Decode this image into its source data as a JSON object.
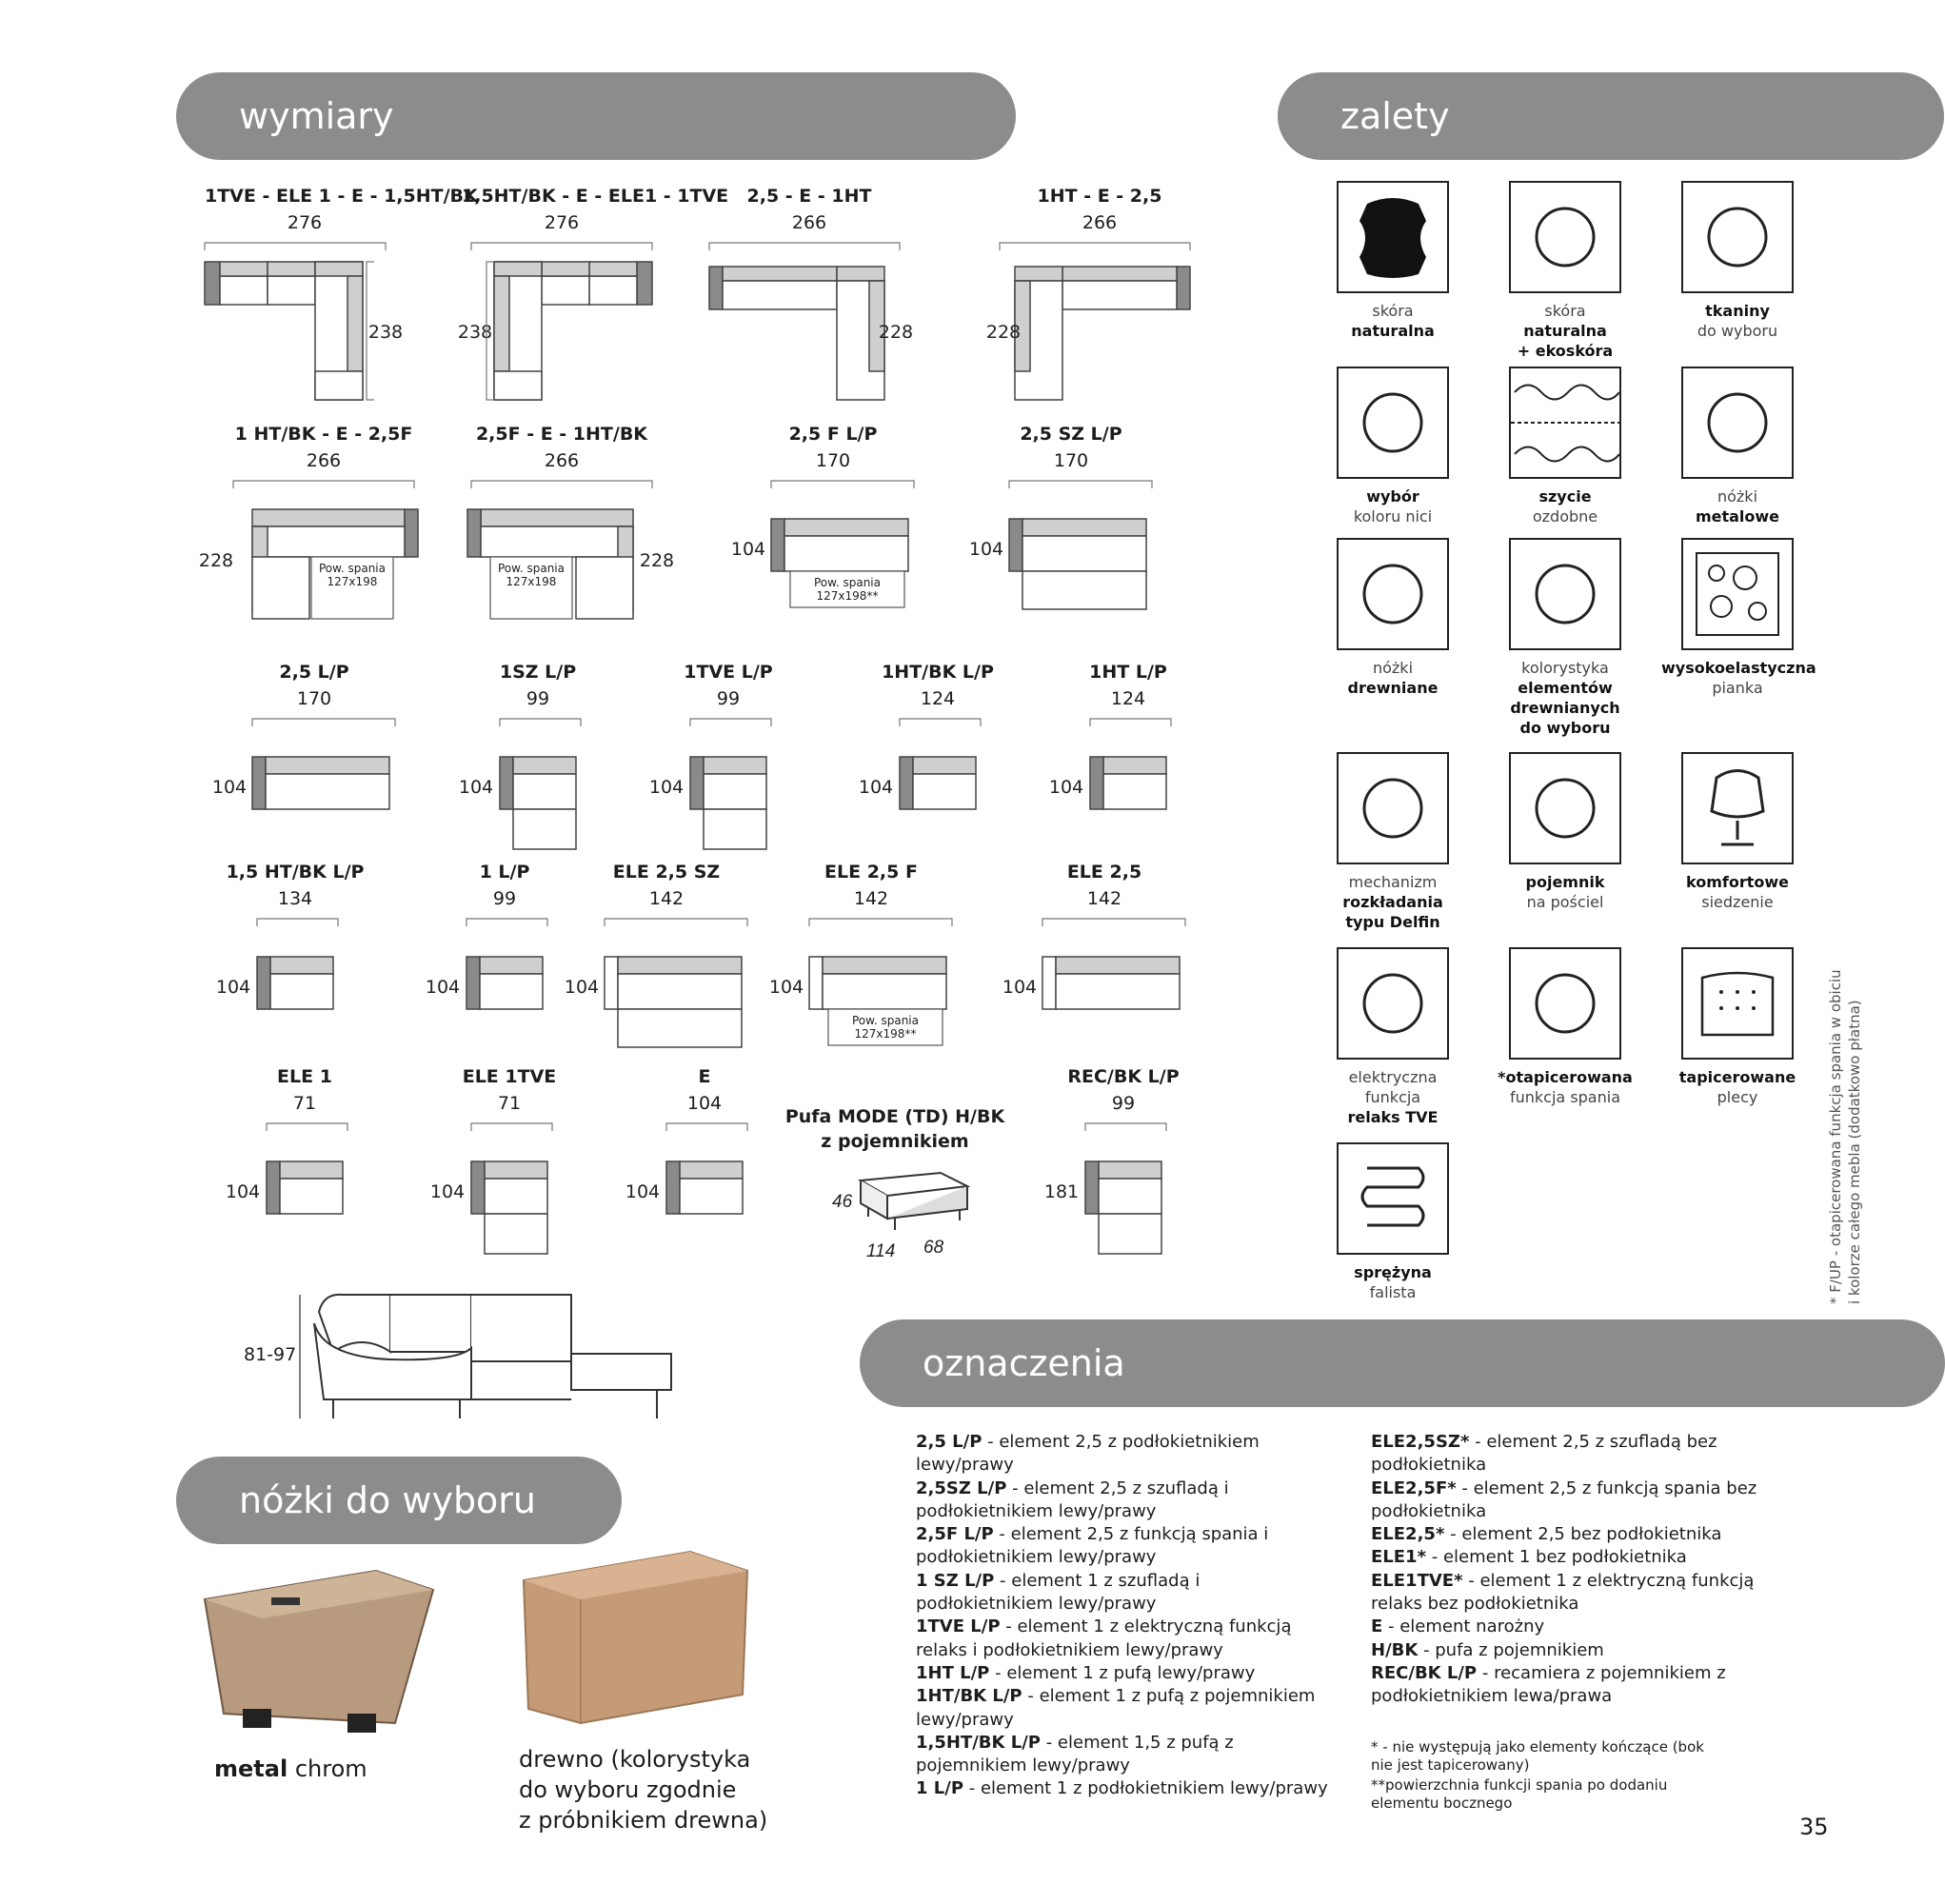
{
  "sections": {
    "wymiary": "wymiary",
    "zalety": "zalety",
    "nozki": "nóżki do wyboru",
    "oznaczenia": "oznaczenia"
  },
  "diagrams": [
    {
      "code": "1TVE - ELE 1 - E - 1,5HT/BK",
      "width": "276",
      "depth": "238"
    },
    {
      "code": "1,5HT/BK - E - ELE1 - 1TVE",
      "width": "276",
      "depth": "238"
    },
    {
      "code": "2,5 - E - 1HT",
      "width": "266",
      "depth": "228"
    },
    {
      "code": "1HT - E - 2,5",
      "width": "266",
      "depth": "228"
    },
    {
      "code": "1 HT/BK - E - 2,5F",
      "width": "266",
      "depth": "228",
      "note": "Pow. spania\n127x198"
    },
    {
      "code": "2,5F - E - 1HT/BK",
      "width": "266",
      "depth": "228",
      "note": "Pow. spania\n127x198"
    },
    {
      "code": "2,5 F L/P",
      "width": "170",
      "depth": "104",
      "note": "Pow. spania\n127x198**"
    },
    {
      "code": "2,5 SZ L/P",
      "width": "170",
      "depth": "104"
    },
    {
      "code": "2,5 L/P",
      "width": "170",
      "depth": "104"
    },
    {
      "code": "1SZ L/P",
      "width": "99",
      "depth": "104"
    },
    {
      "code": "1TVE L/P",
      "width": "99",
      "depth": "104"
    },
    {
      "code": "1HT/BK L/P",
      "width": "124",
      "depth": "104"
    },
    {
      "code": "1HT L/P",
      "width": "124",
      "depth": "104"
    },
    {
      "code": "1,5 HT/BK L/P",
      "width": "134",
      "depth": "104"
    },
    {
      "code": "1 L/P",
      "width": "99",
      "depth": "104"
    },
    {
      "code": "ELE 2,5 SZ",
      "width": "142",
      "depth": "104"
    },
    {
      "code": "ELE 2,5 F",
      "width": "142",
      "depth": "104",
      "note": "Pow. spania\n127x198**"
    },
    {
      "code": "ELE 2,5",
      "width": "142",
      "depth": "104"
    },
    {
      "code": "ELE 1",
      "width": "71",
      "depth": "104"
    },
    {
      "code": "ELE 1TVE",
      "width": "71",
      "depth": "104"
    },
    {
      "code": "E",
      "width": "104",
      "depth": "104"
    },
    {
      "code": "REC/BK L/P",
      "width": "99",
      "depth": "181"
    }
  ],
  "pufa": {
    "title": "Pufa MODE (TD) H/BK\nz pojemnikiem",
    "h": "46",
    "w": "114",
    "d": "68"
  },
  "side_height": "81-97",
  "features": [
    {
      "icon": "leather-icon",
      "l1": "skóra",
      "l2": "naturalna",
      "l3": ""
    },
    {
      "icon": "eco-leather-icon",
      "l1": "skóra",
      "l2": "naturalna",
      "l3": "+ ekoskóra"
    },
    {
      "icon": "fabric-icon",
      "l1": "tkaniny",
      "l2": "do wyboru",
      "l3": ""
    },
    {
      "icon": "thread-icon",
      "l1": "wybór",
      "l2": "koloru nici",
      "l3": ""
    },
    {
      "icon": "stitching-icon",
      "l1": "szycie",
      "l2": "ozdobne",
      "l3": ""
    },
    {
      "icon": "metal-legs-icon",
      "l1": "nóżki",
      "l2": "metalowe",
      "l3": ""
    },
    {
      "icon": "wood-legs-icon",
      "l1": "nóżki",
      "l2": "drewniane",
      "l3": ""
    },
    {
      "icon": "wood-color-icon",
      "l1": "kolorystyka",
      "l2": "elementów drewnianych",
      "l3": "do wyboru"
    },
    {
      "icon": "foam-icon",
      "l1": "wysokoelastyczna",
      "l2": "pianka",
      "l3": ""
    },
    {
      "icon": "mechanism-icon",
      "l1": "mechanizm",
      "l2": "rozkładania",
      "l3": "typu Delfin"
    },
    {
      "icon": "storage-icon",
      "l1": "pojemnik",
      "l2": "na pościel",
      "l3": ""
    },
    {
      "icon": "chair-icon",
      "l1": "komfortowe",
      "l2": "siedzenie",
      "l3": ""
    },
    {
      "icon": "recliner-icon",
      "l1": "elektryczna",
      "l2": "funkcja",
      "l3": "relaks TVE"
    },
    {
      "icon": "sofabed-icon",
      "l1": "*otapicerowana",
      "l2": "funkcja spania",
      "l3": ""
    },
    {
      "icon": "upholstered-back-icon",
      "l1": "tapicerowane",
      "l2": "plecy",
      "l3": ""
    },
    {
      "icon": "spring-icon",
      "l1": "sprężyna",
      "l2": "falista",
      "l3": ""
    }
  ],
  "vertical_note": "* F/UP - otapicerowana funkcja spania w obiciu\ni kolorze całego mebla (dodatkowo płatna)",
  "legs": {
    "metal_b": "metal",
    "metal_rest": " chrom",
    "wood": "drewno (kolorystyka\ndo wyboru zgodnie\nz próbnikiem drewna)"
  },
  "legend_left": [
    {
      "k": "2,5 L/P",
      "v": " - element 2,5 z podłokietnikiem lewy/prawy"
    },
    {
      "k": "2,5SZ L/P",
      "v": " - element 2,5 z szufladą i podłokietnikiem lewy/prawy"
    },
    {
      "k": "2,5F L/P",
      "v": " - element 2,5 z funkcją spania i podłokietnikiem lewy/prawy"
    },
    {
      "k": "1 SZ L/P",
      "v": " - element 1 z szufladą i podłokietnikiem lewy/prawy"
    },
    {
      "k": "1TVE L/P",
      "v": " - element 1 z elektryczną funkcją relaks i podłokietnikiem lewy/prawy"
    },
    {
      "k": "1HT L/P",
      "v": " - element 1 z pufą lewy/prawy"
    },
    {
      "k": "1HT/BK L/P",
      "v": " - element 1 z pufą z pojemnikiem lewy/prawy"
    },
    {
      "k": "1,5HT/BK L/P",
      "v": " - element 1,5 z pufą z pojemnikiem lewy/prawy"
    },
    {
      "k": "1 L/P",
      "v": " - element 1 z podłokietnikiem lewy/prawy"
    }
  ],
  "legend_right": [
    {
      "k": "ELE2,5SZ*",
      "v": " - element 2,5 z szufladą bez podłokietnika"
    },
    {
      "k": "ELE2,5F*",
      "v": " - element 2,5 z funkcją spania bez podłokietnika"
    },
    {
      "k": "ELE2,5*",
      "v": " - element 2,5 bez podłokietnika"
    },
    {
      "k": "ELE1*",
      "v": " - element 1 bez podłokietnika"
    },
    {
      "k": "ELE1TVE*",
      "v": " - element 1 z elektryczną funkcją relaks bez podłokietnika"
    },
    {
      "k": "E",
      "v": " - element narożny"
    },
    {
      "k": "H/BK",
      "v": " - pufa z pojemnikiem"
    },
    {
      "k": "REC/BK L/P",
      "v": " - recamiera z pojemnikiem z podłokietnikiem lewa/prawa"
    }
  ],
  "footnote1": "* - nie występują jako elementy kończące (bok nie jest tapicerowany)",
  "footnote2": "**powierzchnia funkcji spania po dodaniu elementu bocznego",
  "page_number": "35"
}
